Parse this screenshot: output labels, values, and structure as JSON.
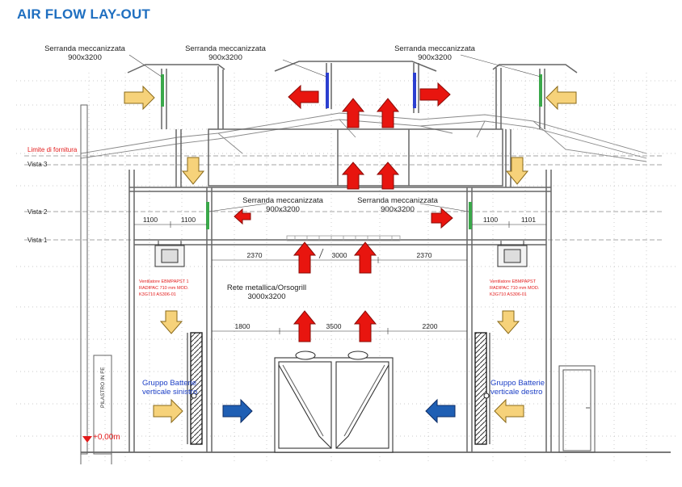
{
  "title": "AIR FLOW LAY-OUT",
  "colors": {
    "title": "#1f6fc0",
    "red_arrow": "#e8150f",
    "yellow_arrow": "#f6d27a",
    "blue_arrow": "#1f5fb4",
    "limit_text": "#e31b1b",
    "battery_text": "#1c3fc6",
    "damper_green": "#3aa84a",
    "damper_blue": "#2b3fd0"
  },
  "labels": {
    "damper_name": "Serranda meccanizzata",
    "damper_size": "900x3200",
    "limite": "Limite di fornitura",
    "vista3": "Vista 3",
    "vista2": "Vista 2",
    "vista1": "Vista 1",
    "rete_line1": "Rete metallica/Orsogrill",
    "rete_line2": "3000x3200",
    "ventilatore_l1": "Ventilatore EBMPAPST 1",
    "ventilatore_l2": "RADIPAC 710 mm MOD.",
    "ventilatore_l3": "K3G710 AS306-01",
    "ventilatore_r1": "Ventilatore EBMPAPST",
    "ventilatore_r2": "RADIPAC 710 mm MOD.",
    "ventilatore_r3": "K3G710 AS306-01",
    "batterie_l1": "Gruppo Batterie",
    "batterie_l2": "verticale sinistro",
    "batterie_r1": "Gruppo Batterie",
    "batterie_r2": "verticale destro",
    "pilastro": "PILASTRO IN FE",
    "quota": "+0,00m"
  },
  "dimensions": {
    "d1100a": "1100",
    "d1100b": "1100",
    "d1100c": "1100",
    "d1101": "1101",
    "d2370a": "2370",
    "d3000": "3000",
    "d2370b": "2370",
    "d1800": "1800",
    "d3500": "3500",
    "d2200": "2200"
  }
}
